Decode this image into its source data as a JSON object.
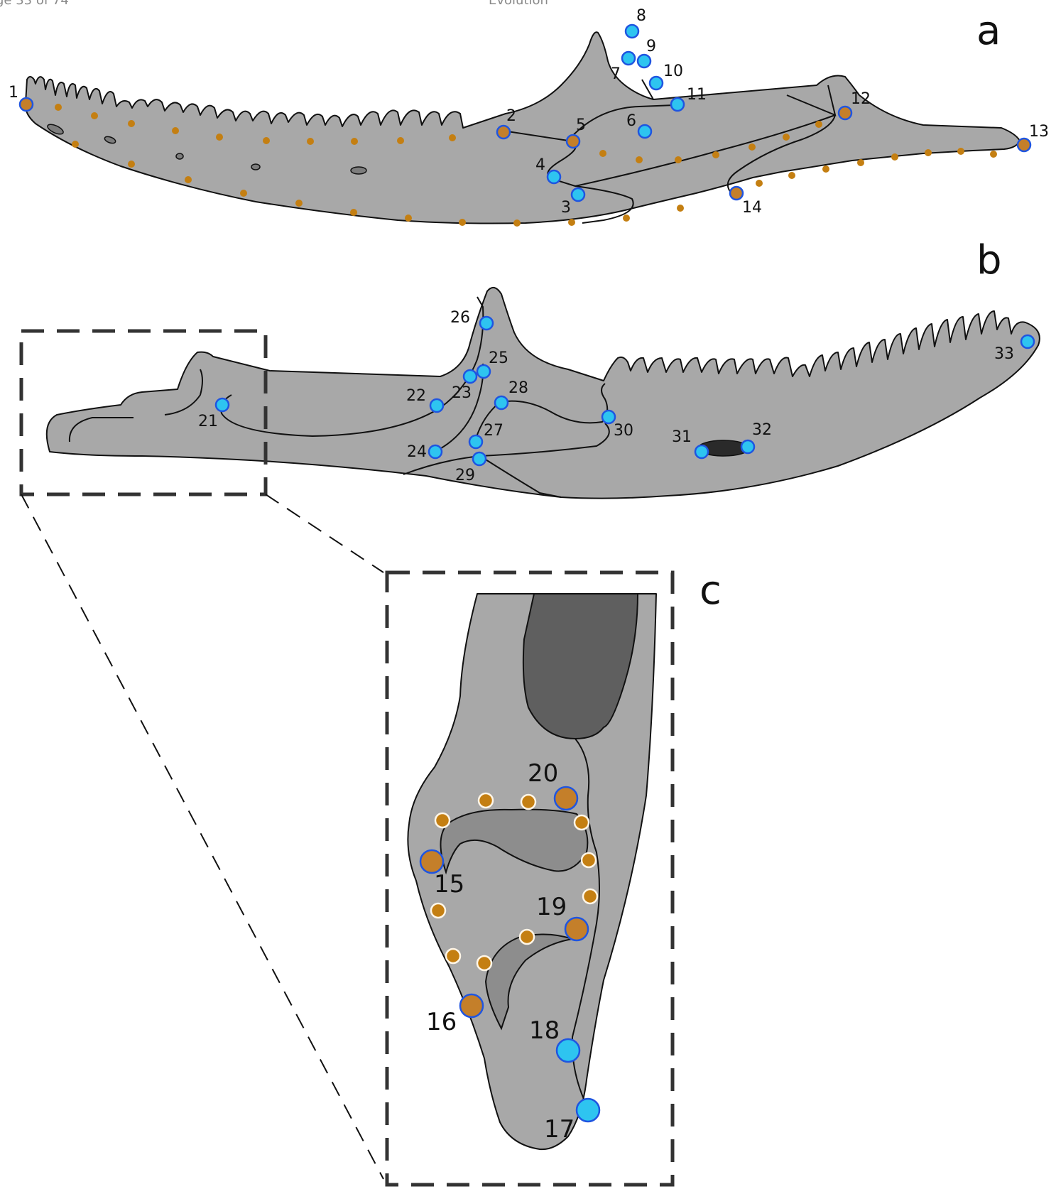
{
  "header": {
    "page_label": "ge 33 of 74",
    "journal": "Evolution"
  },
  "panels": {
    "a": "a",
    "b": "b",
    "c": "c"
  },
  "landmarks_a": [
    "1",
    "2",
    "3",
    "4",
    "5",
    "6",
    "7",
    "8",
    "9",
    "10",
    "11",
    "12",
    "13",
    "14"
  ],
  "landmarks_b": [
    "21",
    "22",
    "23",
    "24",
    "25",
    "26",
    "27",
    "28",
    "29",
    "30",
    "31",
    "32",
    "33"
  ],
  "landmarks_c": [
    "15",
    "16",
    "17",
    "18",
    "19",
    "20"
  ],
  "colors": {
    "bone": "#a8a8a8",
    "fixed_landmark": "#c47f2a",
    "sliding_landmark": "#2ec4f0",
    "landmark_outline": "#1f55e0",
    "semilandmark": "#c47f12"
  }
}
